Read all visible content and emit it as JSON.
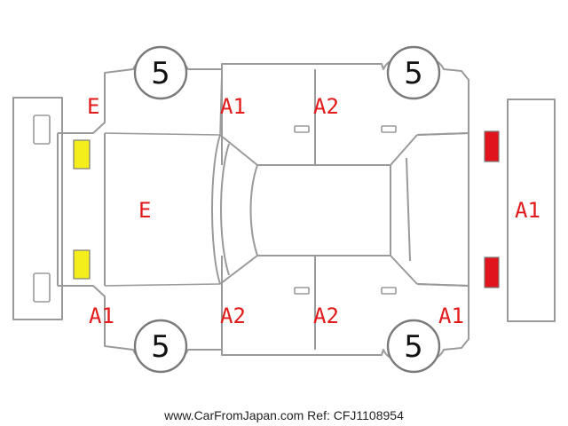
{
  "colors": {
    "code": "#e21a1a",
    "lamp_front": "#f4ef1c",
    "lamp_rear": "#e0141c",
    "line": "#9a9a9a"
  },
  "wheels": {
    "front_left": "5",
    "rear_left": "5",
    "front_right": "5",
    "rear_right": "5"
  },
  "codes": {
    "front_left_fender": "E",
    "front_left_door": "A1",
    "rear_left_door": "A2",
    "hood": "E",
    "tailgate": "A1",
    "front_right_fender": "A1",
    "front_right_door": "A2",
    "rear_right_door": "A2",
    "rear_right_fender": "A1"
  },
  "footer": {
    "watermark": "www.CarFromJapan.com Ref: CFJ1108954"
  }
}
